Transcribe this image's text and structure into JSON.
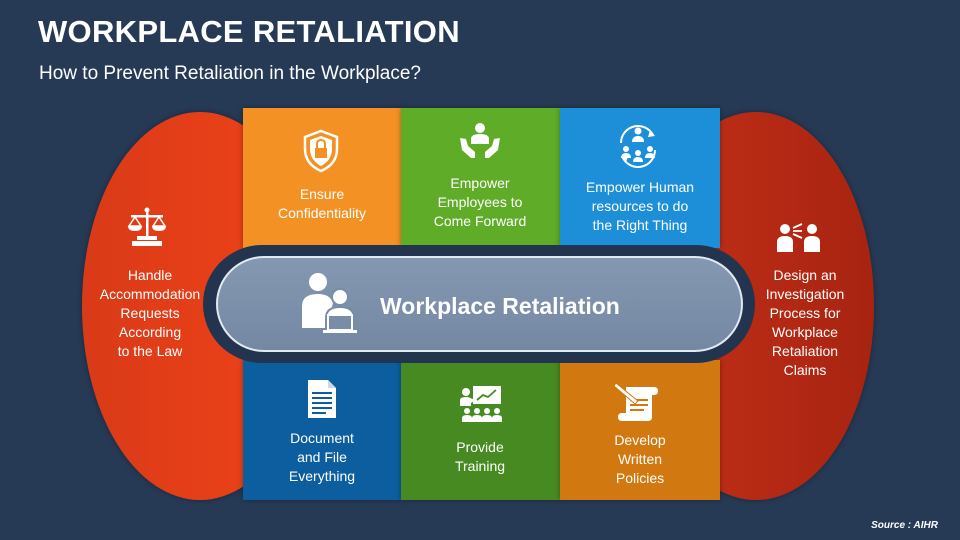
{
  "header": {
    "title": "WORKPLACE RETALIATION",
    "subtitle": "How to Prevent Retaliation in the Workplace?"
  },
  "center": {
    "label": "Workplace Retaliation",
    "icon": "people-laptop-icon"
  },
  "left": {
    "label": "Handle\nAccommodation\nRequests\nAccording\nto the Law",
    "icon": "scales-of-justice-icon",
    "color": "#f0441a"
  },
  "right": {
    "label": "Design an\nInvestigation\nProcess for\nWorkplace\nRetaliation\nClaims",
    "icon": "interview-icon",
    "color": "#b72914"
  },
  "top_tiles": [
    {
      "label": "Ensure\nConfidentiality",
      "icon": "shield-lock-icon",
      "color": "#f39124"
    },
    {
      "label": "Empower\nEmployees to\nCome Forward",
      "icon": "person-hands-icon",
      "color": "#5fac28"
    },
    {
      "label": "Empower Human\nresources to do\nthe Right Thing",
      "icon": "team-cycle-icon",
      "color": "#1d8fd9"
    }
  ],
  "bottom_tiles": [
    {
      "label": "Document\nand File\nEverything",
      "icon": "document-icon",
      "color": "#0c5e9e"
    },
    {
      "label": "Provide\nTraining",
      "icon": "training-presentation-icon",
      "color": "#468a21"
    },
    {
      "label": "Develop\nWritten\nPolicies",
      "icon": "scroll-pen-icon",
      "color": "#d17810"
    }
  ],
  "footer": {
    "source": "Source : AIHR"
  }
}
